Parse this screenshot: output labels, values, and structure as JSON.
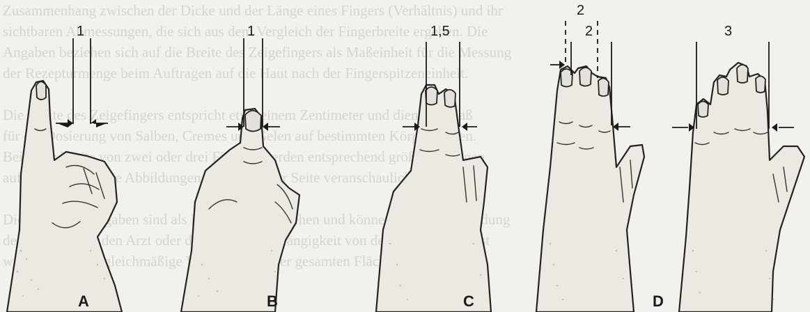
{
  "background_text": {
    "lines": [
      "Zusammenhang zwischen der Dicke und der Länge eines Fingers (Verhältnis) und ihr",
      "sichtbaren Abmessungen, die sich aus dem Vergleich der Fingerbreite ergeben. Die",
      "Angaben beziehen sich auf die Breite des Zeigefingers als Maßeinheit für die Messung",
      "der Rezepturmenge beim Auftragen auf die Haut nach der Fingerspitzeneinheit.",
      "",
      "Die Breite des Zeigefingers entspricht etwa einem Zentimeter und dient als Maß",
      "für die Dosierung von Salben, Cremes und Gelen auf bestimmten Körperarealen.",
      "Bei einer Breite von zwei oder drei Fingern werden entsprechend größere Mengen",
      "aufgetragen, wie die Abbildungen A bis D dieser Seite veranschaulichen sollen.",
      "",
      "Die einzelnen Angaben sind als Richtwerte anzusehen und können bei der Anwendung",
      "der Mittel durch den Arzt oder die Pflege in Abhängigkeit von der Größe angepasst",
      "werden, um eine gleichmäßige Verteilung auf der gesamten Fläche sicherzustellen."
    ]
  },
  "panels": [
    {
      "id": "A",
      "label": "A",
      "measure": "1"
    },
    {
      "id": "B",
      "label": "B",
      "measure": "1"
    },
    {
      "id": "C",
      "label": "C",
      "measure": "1,5"
    },
    {
      "id": "D1",
      "label": "",
      "measure": "2",
      "dashed": true
    },
    {
      "id": "D2",
      "label": "D",
      "measure": "2"
    },
    {
      "id": "E",
      "label": "",
      "measure": "3"
    }
  ],
  "colors": {
    "ink": "#1a1a1a",
    "paper": "#f2f1ee"
  }
}
